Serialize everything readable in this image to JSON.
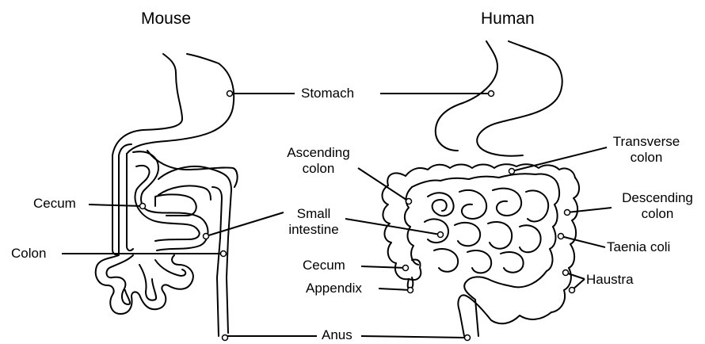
{
  "titles": {
    "mouse": "Mouse",
    "human": "Human"
  },
  "labels": {
    "stomach": "Stomach",
    "cecum_mouse": "Cecum",
    "colon_mouse": "Colon",
    "small_intestine": [
      "Small",
      "intestine"
    ],
    "anus": "Anus",
    "ascending_colon": [
      "Ascending",
      "colon"
    ],
    "transverse_colon": [
      "Transverse",
      "colon"
    ],
    "descending_colon": [
      "Descending",
      "colon"
    ],
    "taenia_coli": "Taenia coli",
    "haustra": "Haustra",
    "cecum_human": "Cecum",
    "appendix": "Appendix"
  }
}
